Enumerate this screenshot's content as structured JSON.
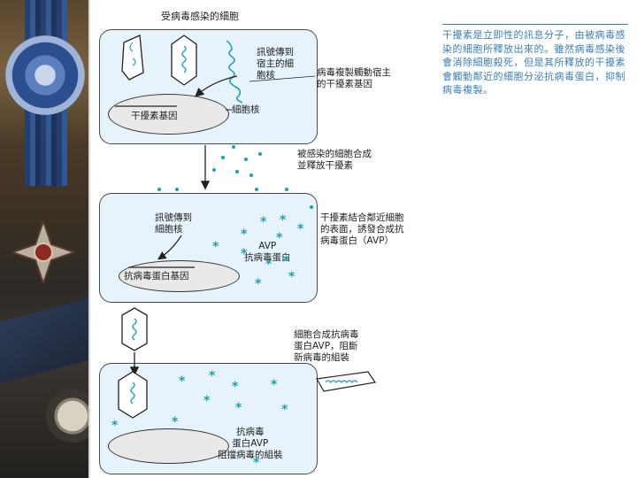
{
  "title": "受病毒感染的細胞",
  "paragraph": "干擾素是立即性的訊息分子，由被病毒感染的細胞所釋放出來的。雖然病毒感染後會消除細胞殺死，但是其所釋放的干擾素會觸動鄰近的細胞分泌抗病毒蛋白，抑制病毒複製。",
  "cell1": {
    "signal_text": "訊號傳到\n宿主的細\n胞核",
    "gene_label": "干擾素基因",
    "nucleus_label": "細胞核",
    "virus_text": "病毒複製觸動宿主\n的干擾素基因"
  },
  "step1": {
    "text": "被感染的細胞合成\n並釋放干擾素"
  },
  "cell2": {
    "signal_text": "訊號傳到\n細胞核",
    "protein_label": "AVP\n抗病毒蛋白",
    "gene_label": "抗病毒蛋白基因",
    "side_text": "干擾素結合鄰近細胞\n的表面，誘發合成抗\n病毒蛋白（AVP）"
  },
  "step2": {
    "text": "細胞合成抗病毒\n蛋白AVP，阻斷\n新病毒的組裝"
  },
  "cell3": {
    "protein_text": "抗病毒\n蛋白AVP\n阻擋病毒的組裝"
  },
  "colors": {
    "interferon": "#1fa0b5",
    "paragraph": "#3a7fb5",
    "cell_fill": "#e6f3fb"
  }
}
